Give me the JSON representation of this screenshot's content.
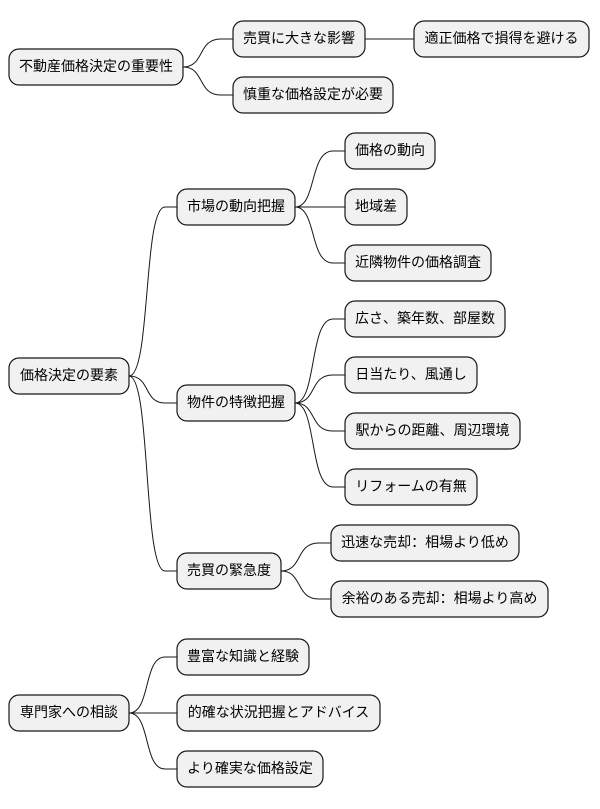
{
  "roots": [
    {
      "label": "不動産価格決定の重要性",
      "children": [
        {
          "label": "売買に大きな影響",
          "children": [
            {
              "label": "適正価格で損得を避ける"
            }
          ]
        },
        {
          "label": "慎重な価格設定が必要"
        }
      ]
    },
    {
      "label": "価格決定の要素",
      "children": [
        {
          "label": "市場の動向把握",
          "children": [
            {
              "label": "価格の動向"
            },
            {
              "label": "地域差"
            },
            {
              "label": "近隣物件の価格調査"
            }
          ]
        },
        {
          "label": "物件の特徴把握",
          "children": [
            {
              "label": "広さ、築年数、部屋数"
            },
            {
              "label": "日当たり、風通し"
            },
            {
              "label": "駅からの距離、周辺環境"
            },
            {
              "label": "リフォームの有無"
            }
          ]
        },
        {
          "label": "売買の緊急度",
          "children": [
            {
              "label": "迅速な売却：相場より低め"
            },
            {
              "label": "余裕のある売却：相場より高め"
            }
          ]
        }
      ]
    },
    {
      "label": "専門家への相談",
      "children": [
        {
          "label": "豊富な知識と経験"
        },
        {
          "label": "的確な状況把握とアドバイス"
        },
        {
          "label": "より確実な価格設定"
        }
      ]
    }
  ]
}
